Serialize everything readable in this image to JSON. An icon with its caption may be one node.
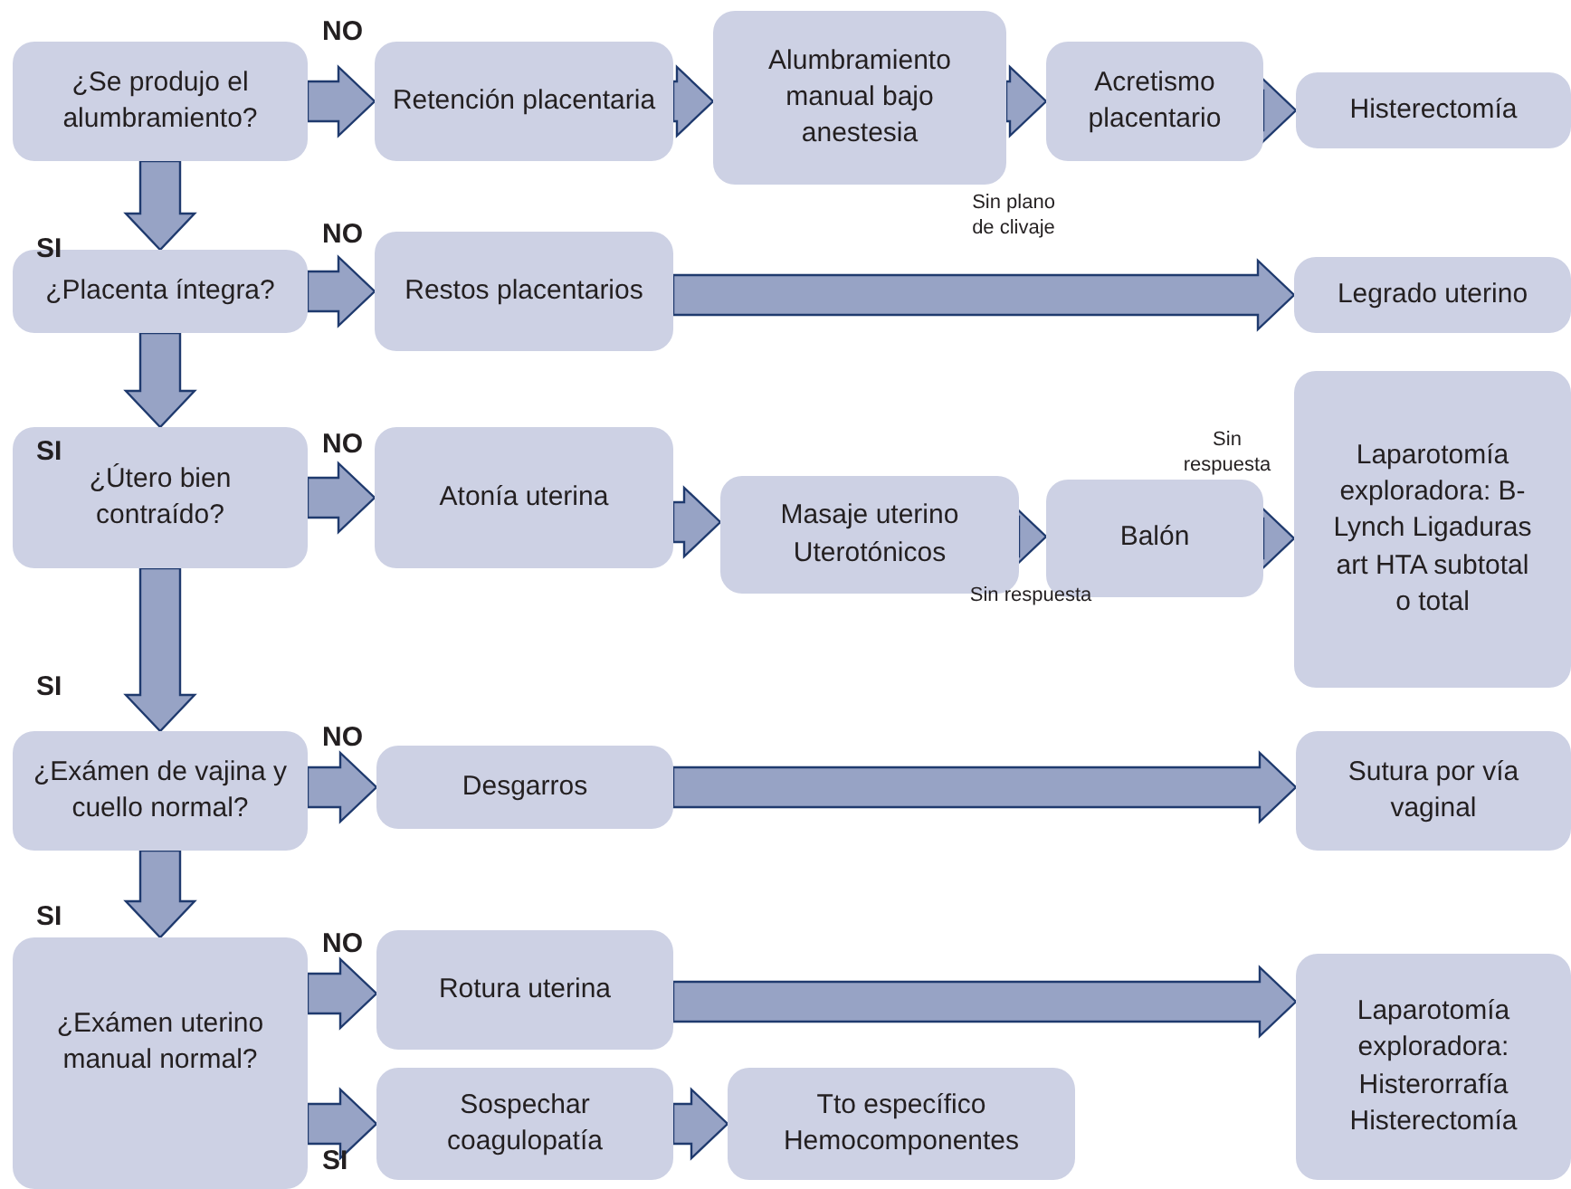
{
  "diagram": {
    "nodes": [
      {
        "text": [
          "¿Se produjo el alumbramiento?"
        ]
      },
      {
        "text": [
          "Retención placentaria"
        ]
      },
      {
        "text": [
          "Alumbramiento manual bajo anestesia"
        ]
      },
      {
        "text": [
          "Acretismo placentario"
        ]
      },
      {
        "text": [
          "Histerectomía"
        ]
      },
      {
        "text": [
          "¿Placenta íntegra?"
        ]
      },
      {
        "text": [
          "Restos placentarios"
        ]
      },
      {
        "text": [
          "Legrado uterino"
        ]
      },
      {
        "text": [
          "¿Útero bien contraído?"
        ]
      },
      {
        "text": [
          "Atonía uterina"
        ]
      },
      {
        "text": [
          "Masaje uterino Uterotónicos"
        ]
      },
      {
        "text": [
          "Balón"
        ]
      },
      {
        "text": [
          "Laparotomía exploradora: B-Lynch Ligaduras art HTA subtotal o total"
        ]
      },
      {
        "text": [
          "¿Exámen de vajina y cuello normal?"
        ]
      },
      {
        "text": [
          "Desgarros"
        ]
      },
      {
        "text": [
          "Sutura por vía vaginal"
        ]
      },
      {
        "text": [
          "¿Exámen uterino manual normal?"
        ]
      },
      {
        "text": [
          "Rotura uterina"
        ]
      },
      {
        "text": [
          "Sospechar coagulopatía"
        ]
      },
      {
        "text": [
          "Tto específico Hemocomponentes"
        ]
      },
      {
        "text": [
          "Laparotomía exploradora: Histerorrafía Histerectomía"
        ]
      }
    ],
    "edges": [
      {
        "from": 0,
        "to": 1,
        "arrow": "to",
        "label": "NO"
      },
      {
        "from": 1,
        "to": 2,
        "arrow": "to"
      },
      {
        "from": 2,
        "to": 3,
        "arrow": "to",
        "label": "Sin plano de clivaje"
      },
      {
        "from": 3,
        "to": 4,
        "arrow": "to"
      },
      {
        "from": 0,
        "to": 5,
        "arrow": "to",
        "label": "SI"
      },
      {
        "from": 5,
        "to": 6,
        "arrow": "to",
        "label": "NO"
      },
      {
        "from": 6,
        "to": 7,
        "arrow": "to"
      },
      {
        "from": 5,
        "to": 8,
        "arrow": "to",
        "label": "SI"
      },
      {
        "from": 8,
        "to": 9,
        "arrow": "to",
        "label": "NO"
      },
      {
        "from": 9,
        "to": 10,
        "arrow": "to"
      },
      {
        "from": 10,
        "to": 11,
        "arrow": "to",
        "label": "Sin respuesta"
      },
      {
        "from": 11,
        "to": 12,
        "arrow": "to",
        "label": "Sin respuesta"
      },
      {
        "from": 8,
        "to": 13,
        "arrow": "to",
        "label": "SI"
      },
      {
        "from": 13,
        "to": 14,
        "arrow": "to",
        "label": "NO"
      },
      {
        "from": 14,
        "to": 15,
        "arrow": "to"
      },
      {
        "from": 13,
        "to": 16,
        "arrow": "to",
        "label": "SI"
      },
      {
        "from": 16,
        "to": 17,
        "arrow": "to",
        "label": "NO"
      },
      {
        "from": 16,
        "to": 18,
        "arrow": "to",
        "label": "SI"
      },
      {
        "from": 18,
        "to": 19,
        "arrow": "to"
      },
      {
        "from": 17,
        "to": 20,
        "arrow": "to"
      }
    ]
  }
}
